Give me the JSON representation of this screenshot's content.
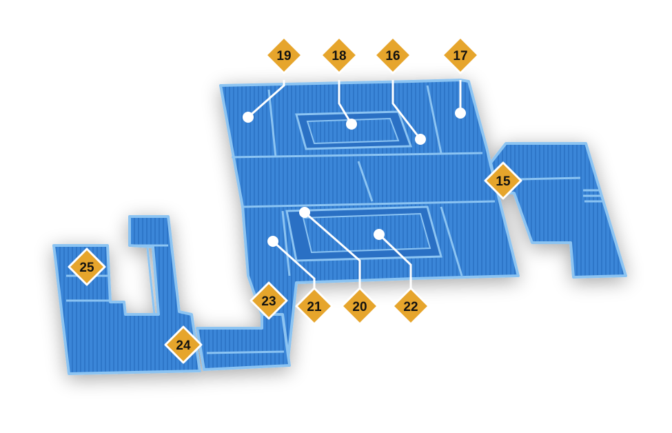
{
  "map": {
    "colors": {
      "floor": "#3a86d8",
      "floor_dark": "#2a6cc0",
      "wall": "#8cc4f2",
      "marker_fill": "#e6a52c",
      "marker_border": "#ffffff",
      "leader_line": "#ffffff",
      "text": "#111111"
    },
    "markers": [
      {
        "id": "m15",
        "label": "15"
      },
      {
        "id": "m16",
        "label": "16"
      },
      {
        "id": "m17",
        "label": "17"
      },
      {
        "id": "m18",
        "label": "18"
      },
      {
        "id": "m19",
        "label": "19"
      },
      {
        "id": "m20",
        "label": "20"
      },
      {
        "id": "m21",
        "label": "21"
      },
      {
        "id": "m22",
        "label": "22"
      },
      {
        "id": "m23",
        "label": "23"
      },
      {
        "id": "m24",
        "label": "24"
      },
      {
        "id": "m25",
        "label": "25"
      }
    ]
  }
}
